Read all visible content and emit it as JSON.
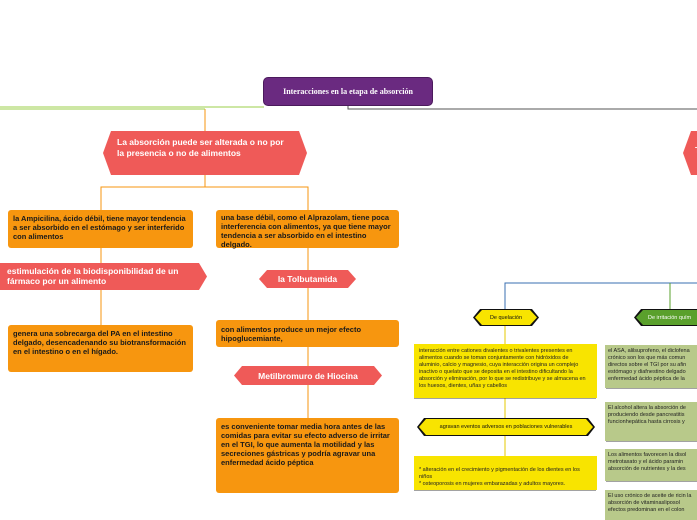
{
  "root": {
    "title": "Interacciones en la etapa de absorción"
  },
  "left": {
    "main": "La absorción puede ser alterada o no por la presencia o no de alimentos",
    "ampicilina": "la Ampicilina, ácido débil, tiene mayor tendencia a ser absorbido en el estómago y ser interferido con alimentos",
    "alprazolam": "una base débil, como el Alprazolam, tiene poca interferencia con alimentos, ya que tiene mayor tendencia a ser absorbido en el intestino delgado.",
    "estimulacion": "estimulación de la biodisponibilidad de un fármaco por un alimento",
    "tolbutamida": "la Tolbutamida",
    "sobrecarga": "genera una sobrecarga del PA en el intestino delgado, desencadenando su biotransformación en el intestino o en el hígado.",
    "hipoglucemiante": "con alimentos produce un mejor efecto hipoglucemiante,",
    "metilbromuro": "Metilbromuro de Hiocina",
    "conveniente": "es conveniente tomar media hora antes de las comidas para evitar su efecto adverso de irritar en el TGI, lo que aumenta la motilidad y las secreciones gástricas y podría agravar una enfermedad ácido péptica"
  },
  "right": {
    "partial_main": "T",
    "quelacion": "De quelación",
    "quelacion_text": "interacción entre cationes divalentes o trivalentes presentes en alimentos cuando se toman conjuntamente con hidróxidos de aluminio, calcio y magnesio, cuya interacción origina un complejo inactivo o quelato que se deposita en el intestino dificultando la absorción y eliminación, por lo que se redistribuye y se almacena en los huesos, dientes, uñas y cabellos",
    "agravan": "agravan eventos adversos en poblaciones vulnerables",
    "alteracion": "* alteración en el crecimiento y pigmentación de los dientes en los niños\n* osteoporosis en mujeres embarazadas y adultos mayores.",
    "irritacion": "De irritación quím",
    "asa": "el ASA, alilsuprofeno, el diclofena crónico son los que más comun directos sobre el TGI por su afin estómago y diafnestino delgado enfermedad ácido péptica de la",
    "alcohol": "El alcohol altera la absorción de produciendo desde pancreatitis funcionhepática hasta cirrosis y",
    "alimentos": "Los alimentos favorecen la disol metrotaxato y el ácido paramin absorción de nutrientes y la des",
    "ricino": "El uso crónico de aceite de ricin la absorción de vitaminasliposol efectos predominan en el colon"
  },
  "colors": {
    "root": "#6a2a80",
    "red": "#ef5a58",
    "orange": "#f7960f",
    "yellow": "#f8e400",
    "green": "#b8c98a",
    "line_green": "#5aa02c",
    "line_blue": "#3a6fb0"
  }
}
